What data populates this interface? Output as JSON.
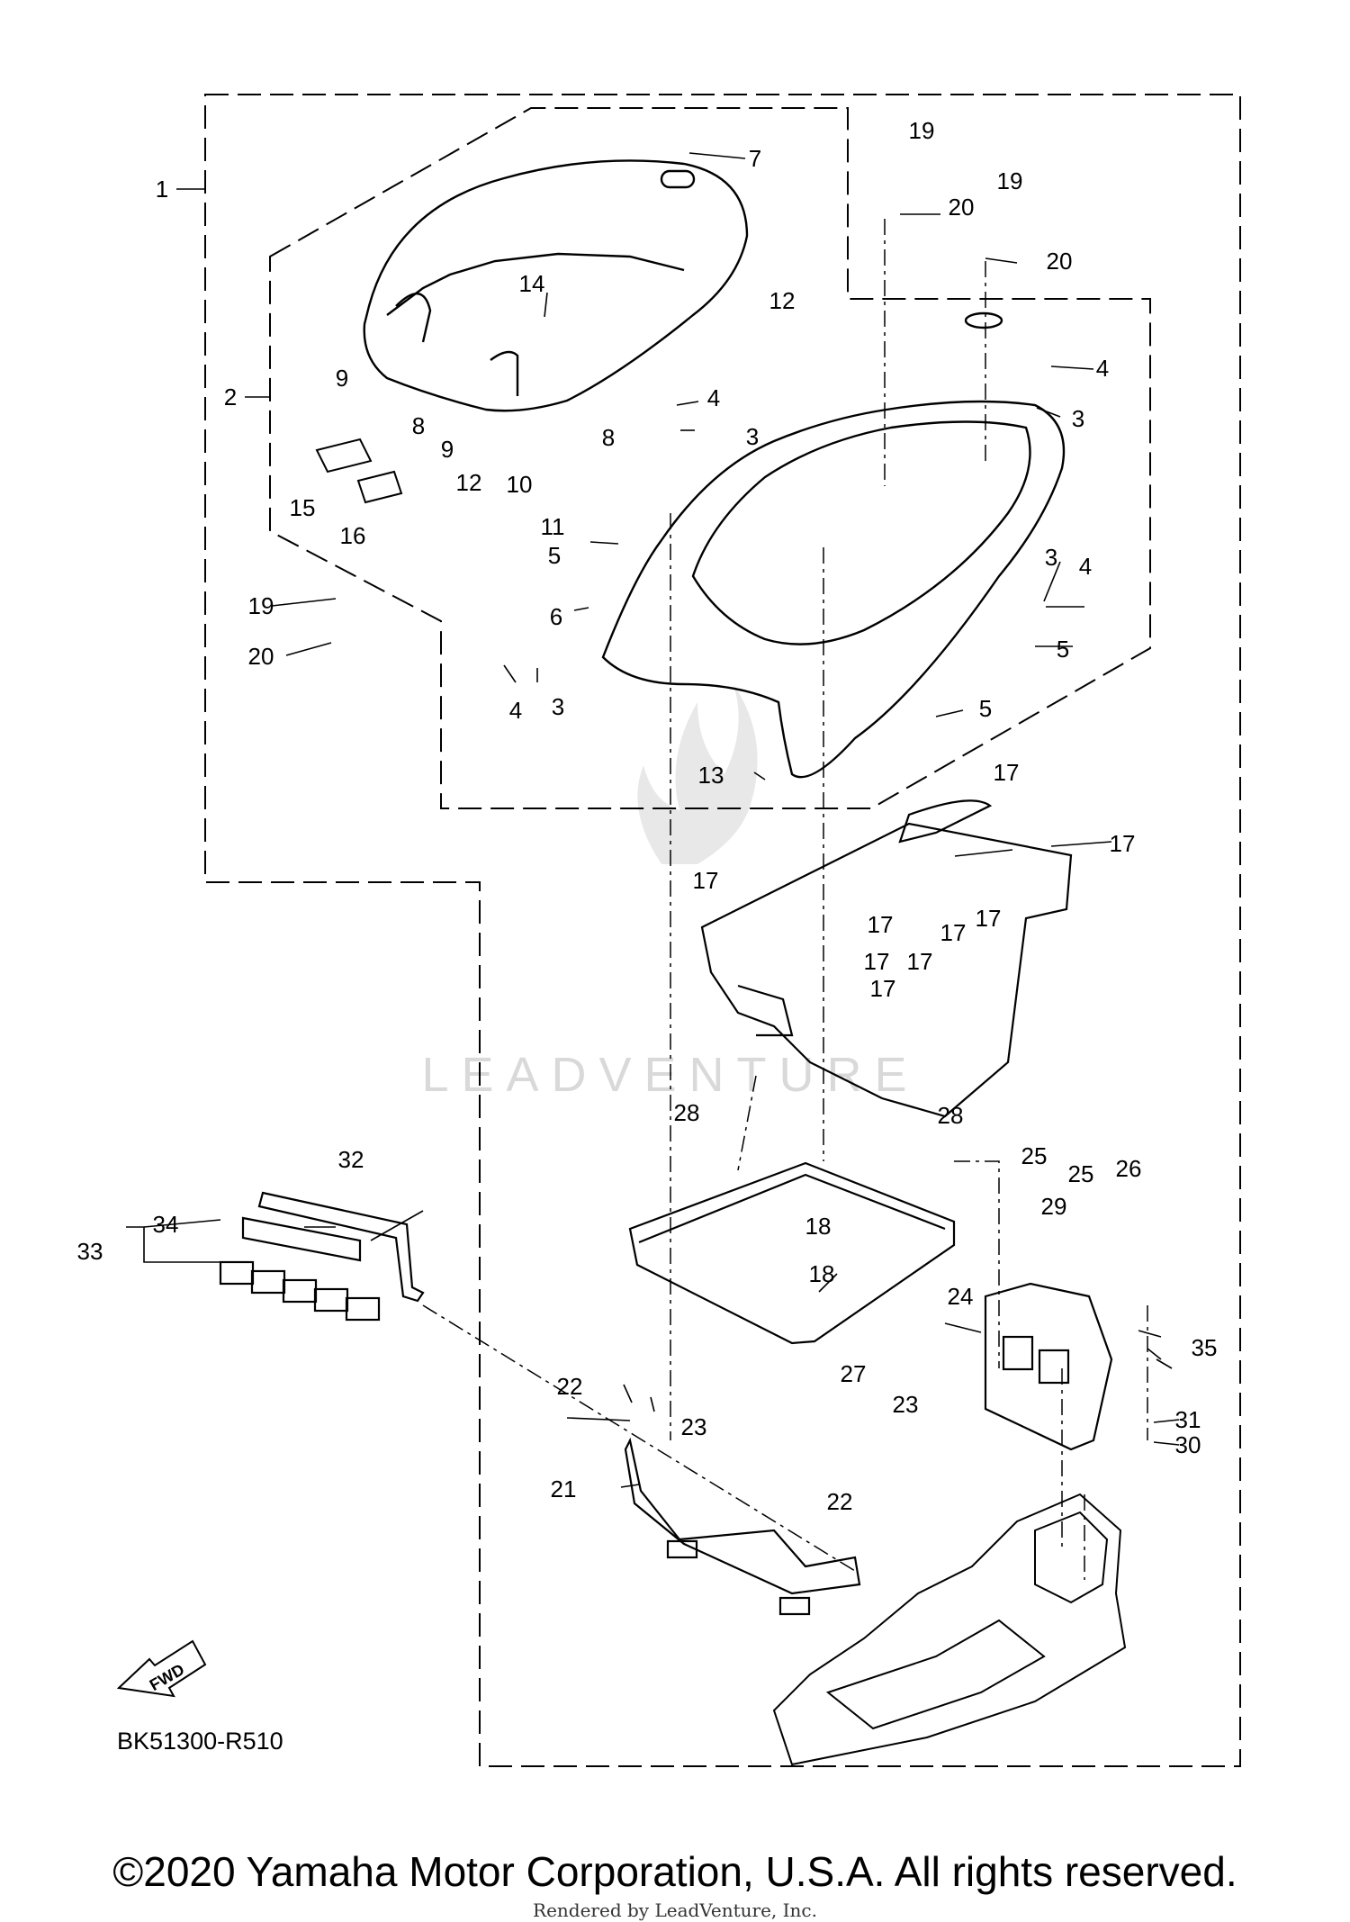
{
  "diagram": {
    "ref_code": "BK51300-R510",
    "fwd_label": "FWD",
    "watermark": "LEADVENTURE",
    "callouts": [
      {
        "id": "c1",
        "text": "1"
      },
      {
        "id": "c2",
        "text": "2"
      },
      {
        "id": "c3a",
        "text": "3"
      },
      {
        "id": "c3b",
        "text": "3"
      },
      {
        "id": "c3c",
        "text": "3"
      },
      {
        "id": "c3d",
        "text": "3"
      },
      {
        "id": "c4a",
        "text": "4"
      },
      {
        "id": "c4b",
        "text": "4"
      },
      {
        "id": "c4c",
        "text": "4"
      },
      {
        "id": "c4d",
        "text": "4"
      },
      {
        "id": "c5a",
        "text": "5"
      },
      {
        "id": "c5b",
        "text": "5"
      },
      {
        "id": "c5c",
        "text": "5"
      },
      {
        "id": "c6",
        "text": "6"
      },
      {
        "id": "c7",
        "text": "7"
      },
      {
        "id": "c8a",
        "text": "8"
      },
      {
        "id": "c8b",
        "text": "8"
      },
      {
        "id": "c9a",
        "text": "9"
      },
      {
        "id": "c9b",
        "text": "9"
      },
      {
        "id": "c10",
        "text": "10"
      },
      {
        "id": "c11",
        "text": "11"
      },
      {
        "id": "c12a",
        "text": "12"
      },
      {
        "id": "c12b",
        "text": "12"
      },
      {
        "id": "c13",
        "text": "13"
      },
      {
        "id": "c14",
        "text": "14"
      },
      {
        "id": "c15",
        "text": "15"
      },
      {
        "id": "c16",
        "text": "16"
      },
      {
        "id": "c17a",
        "text": "17"
      },
      {
        "id": "c17b",
        "text": "17"
      },
      {
        "id": "c17c",
        "text": "17"
      },
      {
        "id": "c17d",
        "text": "17"
      },
      {
        "id": "c17e",
        "text": "17"
      },
      {
        "id": "c17f",
        "text": "17"
      },
      {
        "id": "c17g",
        "text": "17"
      },
      {
        "id": "c17h",
        "text": "17"
      },
      {
        "id": "c17i",
        "text": "17"
      },
      {
        "id": "c18a",
        "text": "18"
      },
      {
        "id": "c18b",
        "text": "18"
      },
      {
        "id": "c19a",
        "text": "19"
      },
      {
        "id": "c19b",
        "text": "19"
      },
      {
        "id": "c19c",
        "text": "19"
      },
      {
        "id": "c20a",
        "text": "20"
      },
      {
        "id": "c20b",
        "text": "20"
      },
      {
        "id": "c20c",
        "text": "20"
      },
      {
        "id": "c21",
        "text": "21"
      },
      {
        "id": "c22a",
        "text": "22"
      },
      {
        "id": "c22b",
        "text": "22"
      },
      {
        "id": "c23a",
        "text": "23"
      },
      {
        "id": "c23b",
        "text": "23"
      },
      {
        "id": "c24",
        "text": "24"
      },
      {
        "id": "c25a",
        "text": "25"
      },
      {
        "id": "c25b",
        "text": "25"
      },
      {
        "id": "c26",
        "text": "26"
      },
      {
        "id": "c27",
        "text": "27"
      },
      {
        "id": "c28a",
        "text": "28"
      },
      {
        "id": "c28b",
        "text": "28"
      },
      {
        "id": "c29",
        "text": "29"
      },
      {
        "id": "c30",
        "text": "30"
      },
      {
        "id": "c31",
        "text": "31"
      },
      {
        "id": "c32",
        "text": "32"
      },
      {
        "id": "c33",
        "text": "33"
      },
      {
        "id": "c34",
        "text": "34"
      },
      {
        "id": "c35",
        "text": "35"
      }
    ]
  },
  "footer": {
    "copyright": "©2020 Yamaha Motor Corporation, U.S.A. All rights reserved.",
    "rendered_by": "Rendered by LeadVenture, Inc."
  }
}
